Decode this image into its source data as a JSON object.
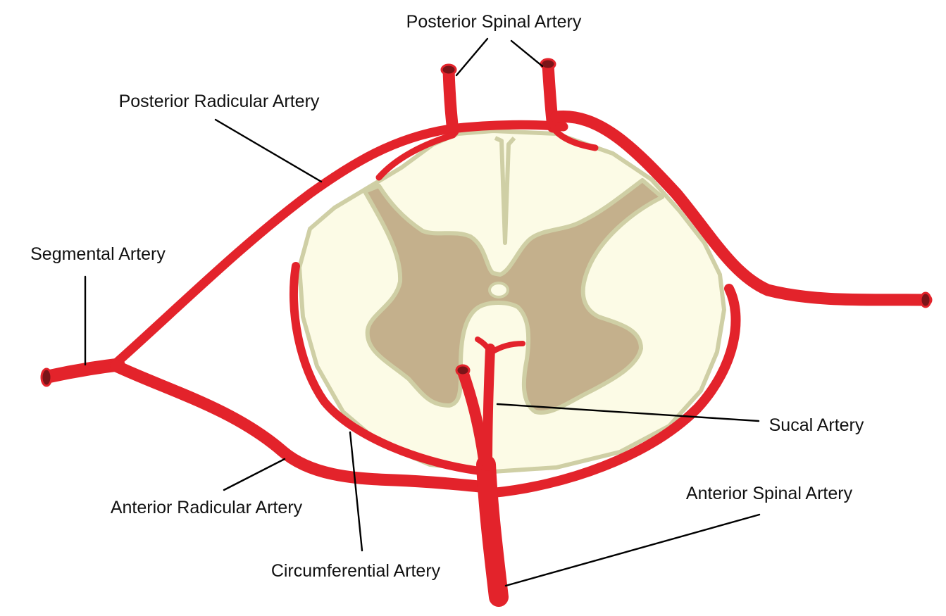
{
  "colors": {
    "artery": "#e3232b",
    "artery_lumen": "#7a1418",
    "white_matter": "#fcfbe6",
    "gray_matter": "#c4b08c",
    "pia_outline": "#cfcfa5"
  },
  "labels": {
    "posterior_spinal_artery": "Posterior Spinal Artery",
    "posterior_radicular_artery": "Posterior Radicular Artery",
    "segmental_artery": "Segmental Artery",
    "sucal_artery": "Sucal Artery",
    "anterior_spinal_artery": "Anterior Spinal Artery",
    "anterior_radicular_artery": "Anterior Radicular Artery",
    "circumferential_artery": "Circumferential Artery"
  }
}
